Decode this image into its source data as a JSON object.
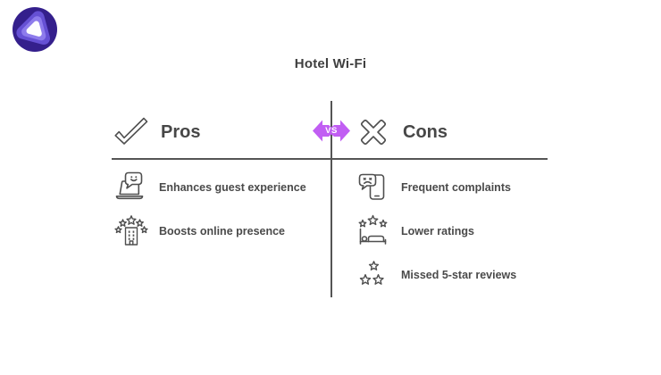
{
  "title": "Hotel Wi-Fi",
  "vs_badge": {
    "label": "VS"
  },
  "brand": {
    "logo_icon": "purevpn-logo-icon"
  },
  "pros": {
    "heading": "Pros",
    "icon": "check-icon",
    "items": [
      {
        "icon": "laptop-happy-chat-icon",
        "label": "Enhances guest experience"
      },
      {
        "icon": "hotel-building-stars-icon",
        "label": "Boosts online presence"
      }
    ]
  },
  "cons": {
    "heading": "Cons",
    "icon": "cross-icon",
    "items": [
      {
        "icon": "phone-sad-chat-icon",
        "label": "Frequent complaints"
      },
      {
        "icon": "bed-stars-icon",
        "label": "Lower ratings"
      },
      {
        "icon": "three-stars-icon",
        "label": "Missed 5-star reviews"
      }
    ]
  },
  "colors": {
    "background": "#ffffff",
    "accent_vs": "#c15ef3",
    "text": "#4a4a4a",
    "line": "#555555",
    "icon_stroke": "#4f4f4f",
    "logo_outer": "#341f8c",
    "logo_mid": "#6550d4",
    "logo_inner": "#8d7bec",
    "logo_core": "#fdfdff"
  }
}
